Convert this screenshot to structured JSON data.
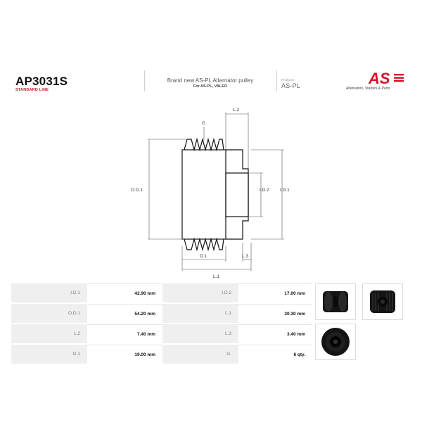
{
  "header": {
    "part_code": "AP3031S",
    "product_line": "STANDARD LINE",
    "description": "Brand new AS-PL Alternator pulley",
    "fits": "For AS-PL, VALEO",
    "producer_label": "Producer",
    "producer_value": "AS-PL",
    "logo_text": "AS",
    "tagline": "Alternators, Starters & Parts"
  },
  "drawing": {
    "labels": {
      "l2": "L.2",
      "g": "G",
      "od1": "O.D.1",
      "id2": "I.D.2",
      "id1": "I.D.1",
      "d1": "D.1",
      "l3": "L.3",
      "l1": "L.1"
    }
  },
  "specs": {
    "rows": [
      {
        "label1": "I.D.1",
        "value1": "42.90 mm",
        "label2": "I.D.2",
        "value2": "17.00 mm"
      },
      {
        "label1": "O.D.1",
        "value1": "54.20 mm",
        "label2": "L.1",
        "value2": "30.30 mm"
      },
      {
        "label1": "L.2",
        "value1": "7.40 mm",
        "label2": "L.3",
        "value2": "3.40 mm"
      },
      {
        "label1": "D.1",
        "value1": "19.00 mm",
        "label2": "G.",
        "value2": "6 qty."
      }
    ]
  },
  "colors": {
    "brand_red": "#d3122a",
    "label_cell": "#efefef"
  },
  "photos": [
    "pulley-side-view",
    "pulley-angle-view",
    "pulley-front-view"
  ]
}
